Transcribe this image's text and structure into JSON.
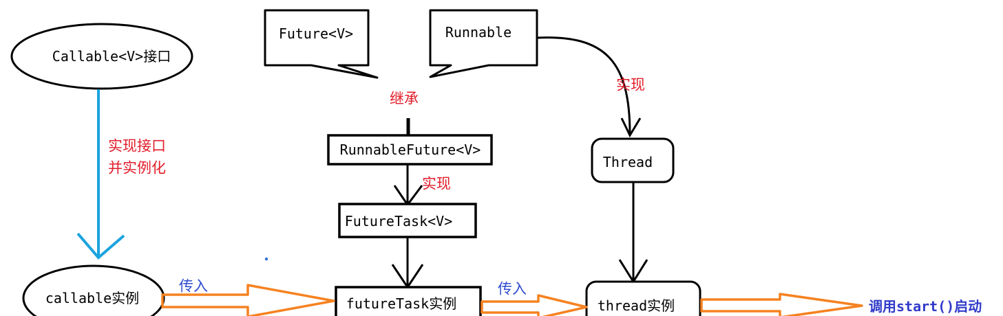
{
  "nodes": {
    "callable_interface": "Callable<V>接口",
    "future": "Future<V>",
    "runnable": "Runnable",
    "runnable_future": "RunnableFuture<V>",
    "thread": "Thread",
    "future_task": "FutureTask<V>",
    "callable_instance": "callable实例",
    "future_task_instance": "futureTask实例",
    "thread_instance": "thread实例"
  },
  "edges": {
    "implement_interface_line1": "实现接口",
    "implement_interface_line2": "并实例化",
    "inherit": "继承",
    "implement_thread": "实现",
    "implement_future_task": "实现",
    "pass_in_1": "传入",
    "pass_in_2": "传入",
    "start": "调用start()启动"
  },
  "colors": {
    "stroke": "#000000",
    "cyan_arrow": "#1aa3de",
    "orange_arrow": "#f58220",
    "red_text": "#e11d2a",
    "blue_text": "#2f4bd1"
  }
}
